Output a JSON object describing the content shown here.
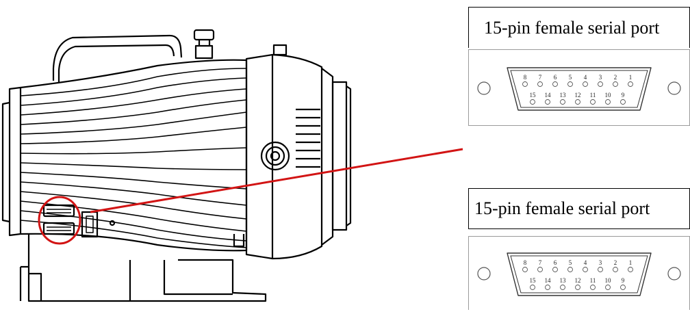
{
  "labels": {
    "top": "15-pin female serial port",
    "bottom": "15-pin female serial port"
  },
  "connector": {
    "top_row_pins": [
      "8",
      "7",
      "6",
      "5",
      "4",
      "3",
      "2",
      "1"
    ],
    "bottom_row_pins": [
      "15",
      "14",
      "13",
      "12",
      "11",
      "10",
      "9"
    ]
  },
  "colors": {
    "callout": "#d21414",
    "outline": "#000000"
  },
  "icons": {
    "pump": "vacuum-pump-drawing-icon",
    "connector": "db15-connector-icon"
  }
}
